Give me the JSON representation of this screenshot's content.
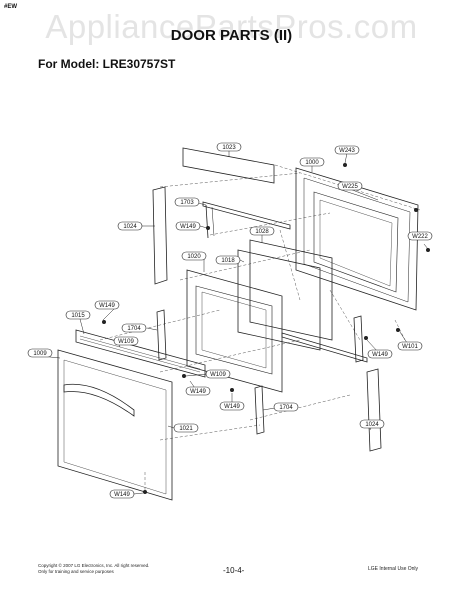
{
  "corner_tag": "#EW",
  "watermark": "AppliancePartsPros.com",
  "title": "DOOR PARTS (II)",
  "model": "For Model: LRE30757ST",
  "labels": {
    "l1023": "1023",
    "l1000": "1000",
    "lW243": "W243",
    "lW225": "W225",
    "l1703": "1703",
    "l1024a": "1024",
    "lW149a": "W149",
    "l1028": "1028",
    "lW222": "W222",
    "l1020": "1020",
    "l1018": "1018",
    "lW149b": "W149",
    "l1015": "1015",
    "l1704a": "1704",
    "lW109a": "W109",
    "l1009": "1009",
    "lW149c": "W149",
    "lW101": "W101",
    "lW109b": "W109",
    "lW149d": "W149",
    "lW149e": "W149",
    "l1704b": "1704",
    "l1021": "1021",
    "l1024b": "1024",
    "lW149f": "W149"
  },
  "footer": {
    "copyright": "Copyright © 2007 LG Electronics, Inc. All right reserved.",
    "training": "Only for training and service purposes",
    "page": "-10-4-",
    "internal": "LGE Internal Use Only"
  }
}
